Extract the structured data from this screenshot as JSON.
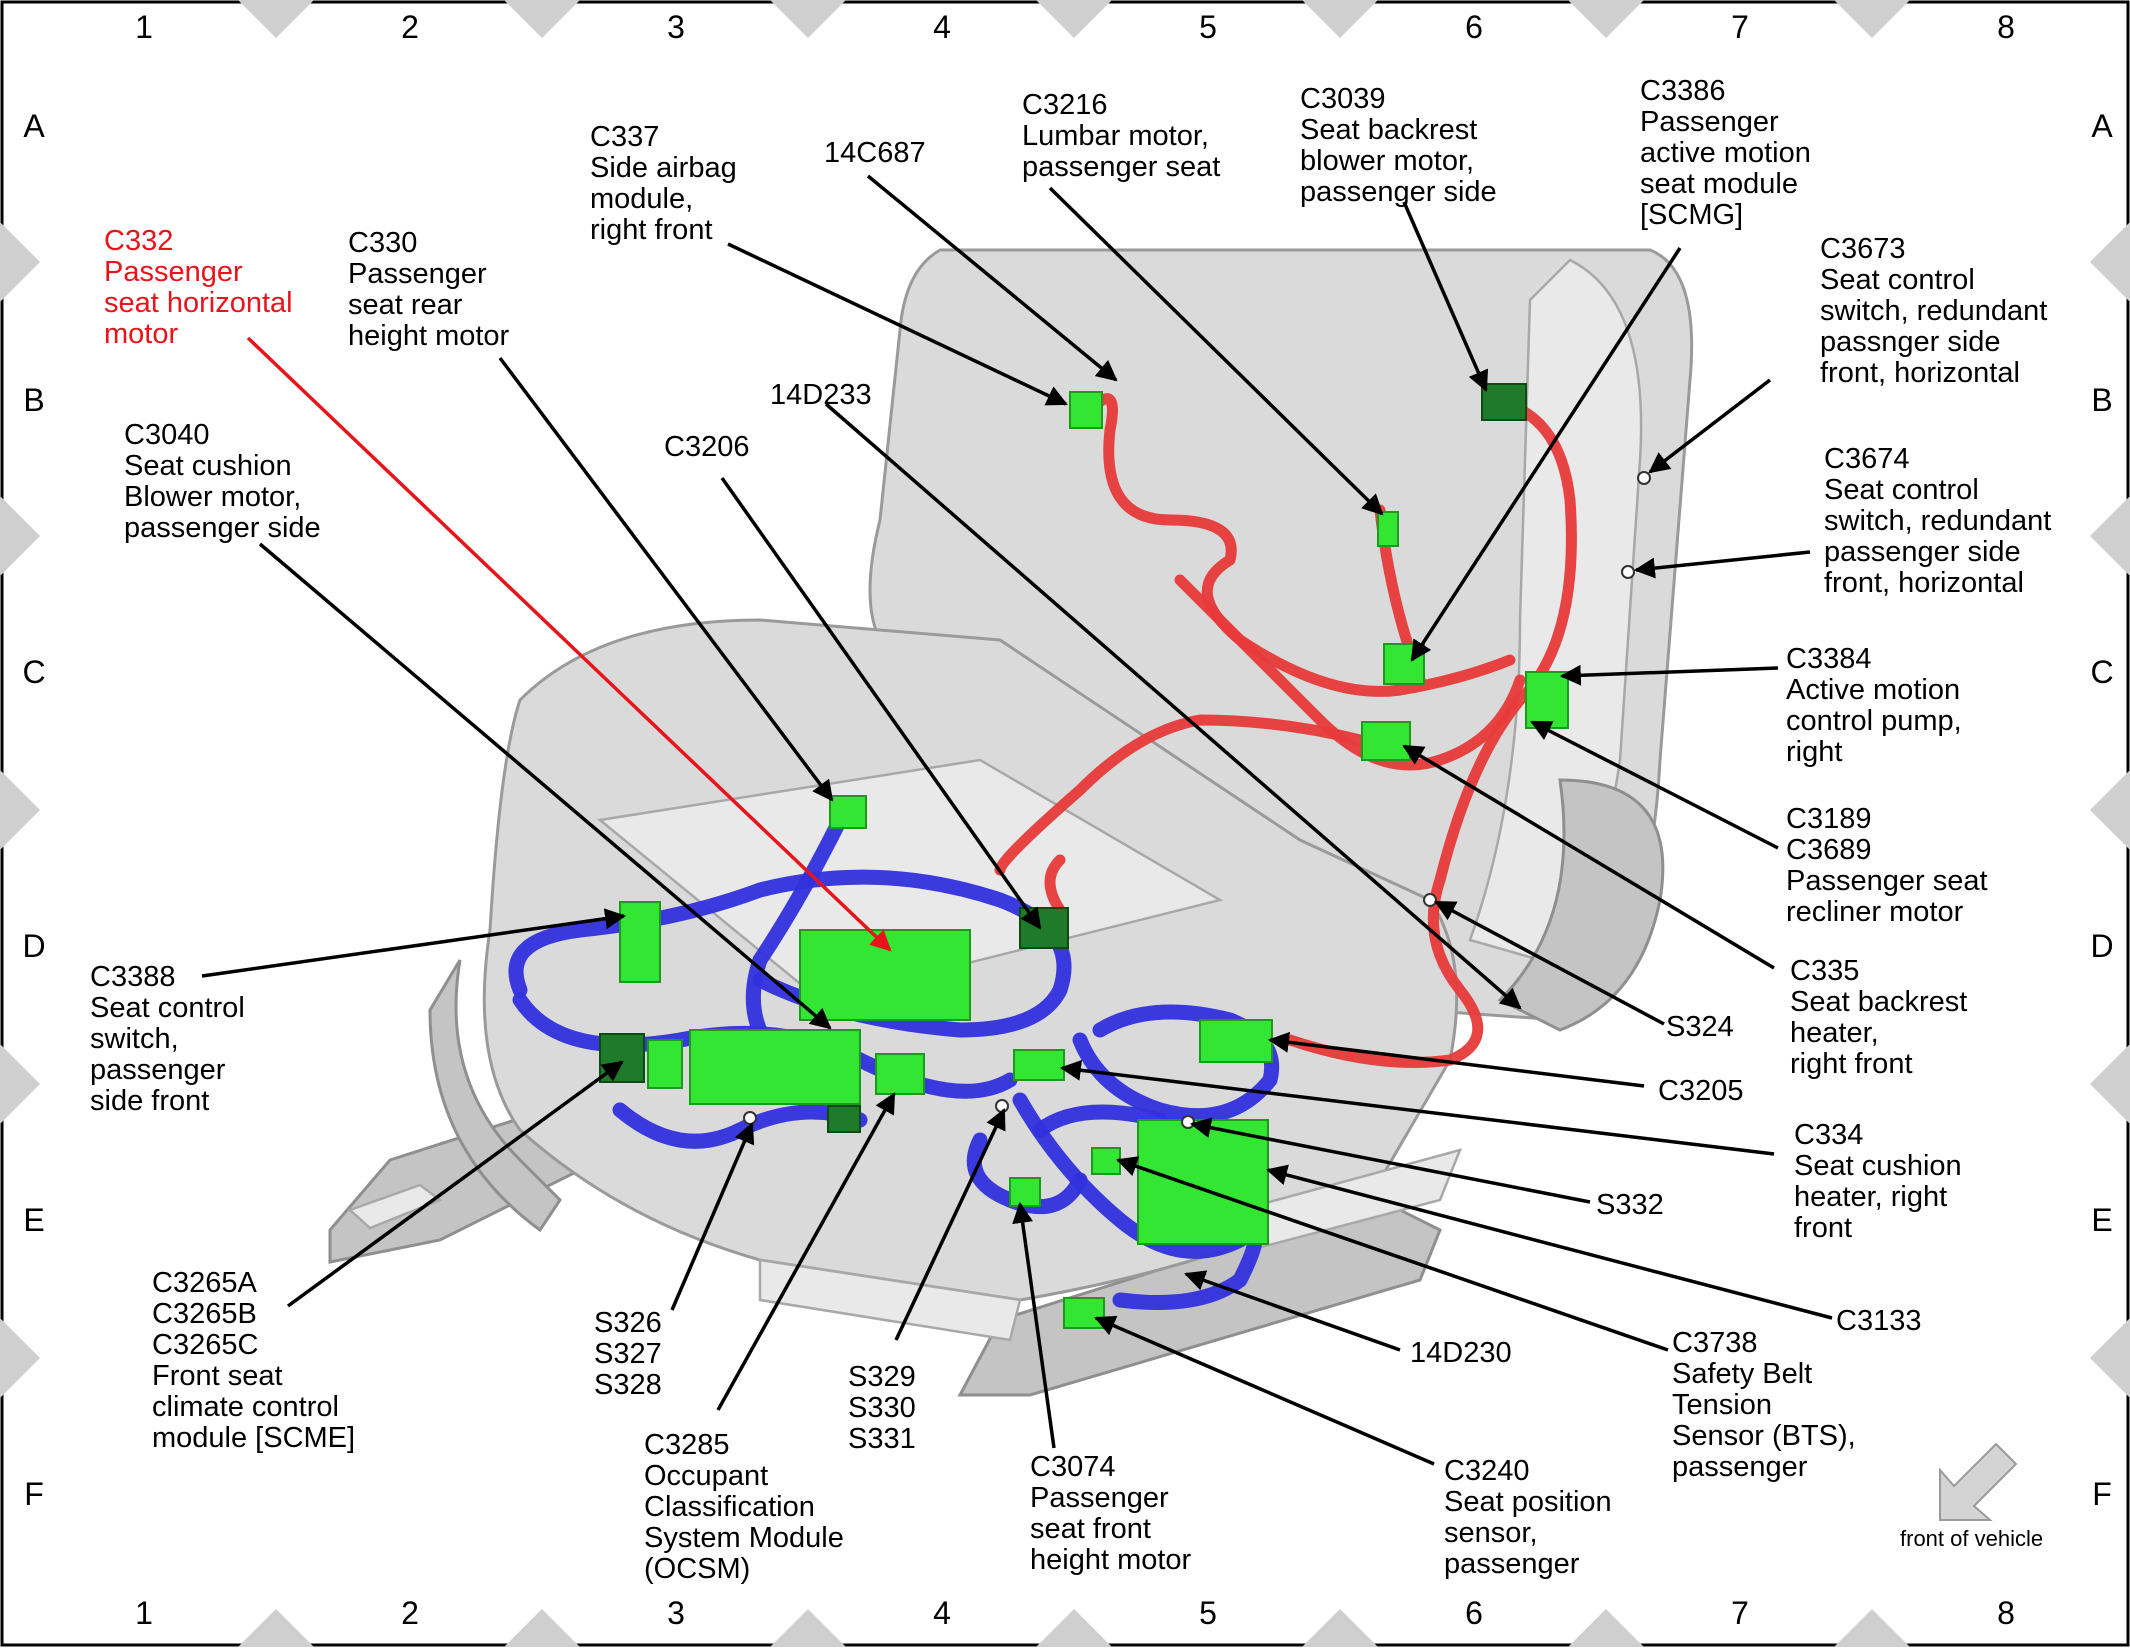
{
  "grid": {
    "columns": [
      "1",
      "2",
      "3",
      "4",
      "5",
      "6",
      "7",
      "8"
    ],
    "rows": [
      "A",
      "B",
      "C",
      "D",
      "E",
      "F"
    ]
  },
  "labels": {
    "c332": [
      "C332",
      "Passenger",
      "seat horizontal",
      "motor"
    ],
    "c330": [
      "C330",
      "Passenger",
      "seat rear",
      "height motor"
    ],
    "c337": [
      "C337",
      "Side airbag",
      "module,",
      "right front"
    ],
    "c14c687": [
      "14C687"
    ],
    "c3216": [
      "C3216",
      "Lumbar motor,",
      "passenger seat"
    ],
    "c3039": [
      "C3039",
      "Seat backrest",
      "blower motor,",
      "passenger side"
    ],
    "c3386": [
      "C3386",
      "Passenger",
      "active motion",
      "seat module",
      "[SCMG]"
    ],
    "c3673": [
      "C3673",
      "Seat control",
      "switch, redundant",
      "passnger side",
      "front, horizontal"
    ],
    "c3674": [
      "C3674",
      "Seat control",
      "switch, redundant",
      "passenger side",
      "front, horizontal"
    ],
    "c3384": [
      "C3384",
      "Active motion",
      "control pump,",
      "right"
    ],
    "c3189": [
      "C3189",
      "C3689",
      "Passenger seat",
      "recliner motor"
    ],
    "c335": [
      "C335",
      "Seat backrest",
      "heater,",
      "right front"
    ],
    "s324": [
      "S324"
    ],
    "c3205": [
      "C3205"
    ],
    "c334": [
      "C334",
      "Seat cushion",
      "heater, right",
      "front"
    ],
    "s332": [
      "S332"
    ],
    "c3133": [
      "C3133"
    ],
    "c3738": [
      "C3738",
      "Safety Belt",
      "Tension",
      "Sensor (BTS),",
      "passenger"
    ],
    "c14d230": [
      "14D230"
    ],
    "c3240": [
      "C3240",
      "Seat position",
      "sensor,",
      "passenger"
    ],
    "c3074": [
      "C3074",
      "Passenger",
      "seat front",
      "height motor"
    ],
    "s329": [
      "S329",
      "S330",
      "S331"
    ],
    "c3285": [
      "C3285",
      "Occupant",
      "Classification",
      "System Module",
      "(OCSM)"
    ],
    "s326": [
      "S326",
      "S327",
      "S328"
    ],
    "c3265": [
      "C3265A",
      "C3265B",
      "C3265C",
      "Front seat",
      "climate control",
      "module [SCME]"
    ],
    "c3388": [
      "C3388",
      "Seat control",
      "switch,",
      "passenger",
      "side front"
    ],
    "c3040": [
      "C3040",
      "Seat cushion",
      "Blower motor,",
      "passenger side"
    ],
    "c14d233": [
      "14D233"
    ],
    "c3206": [
      "C3206"
    ]
  },
  "front_of_vehicle": "front of vehicle",
  "colors": {
    "highlight": "#e8141b",
    "connector": "#33e633",
    "harness_backrest": "#e83a3a",
    "harness_cushion": "#3030dd",
    "seat": "#dadada"
  }
}
